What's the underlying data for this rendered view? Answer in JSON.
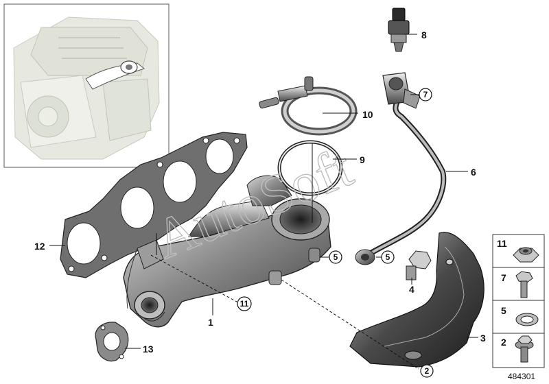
{
  "diagram": {
    "reference_number": "484301",
    "watermark": "AutoSoft",
    "inset": {
      "subject": "engine-overview"
    },
    "callouts": [
      {
        "num": "1"
      },
      {
        "num": "3"
      },
      {
        "num": "4"
      },
      {
        "num": "6"
      },
      {
        "num": "8"
      },
      {
        "num": "9"
      },
      {
        "num": "10"
      },
      {
        "num": "12"
      },
      {
        "num": "13"
      }
    ],
    "circled_callouts": [
      {
        "num": "7"
      },
      {
        "num": "5"
      },
      {
        "num": "5"
      },
      {
        "num": "11"
      },
      {
        "num": "2"
      }
    ],
    "legend": [
      {
        "num": "11",
        "part": "nut-icon"
      },
      {
        "num": "7",
        "part": "bolt-icon"
      },
      {
        "num": "5",
        "part": "washer-icon"
      },
      {
        "num": "2",
        "part": "flange-bolt-icon"
      }
    ]
  }
}
